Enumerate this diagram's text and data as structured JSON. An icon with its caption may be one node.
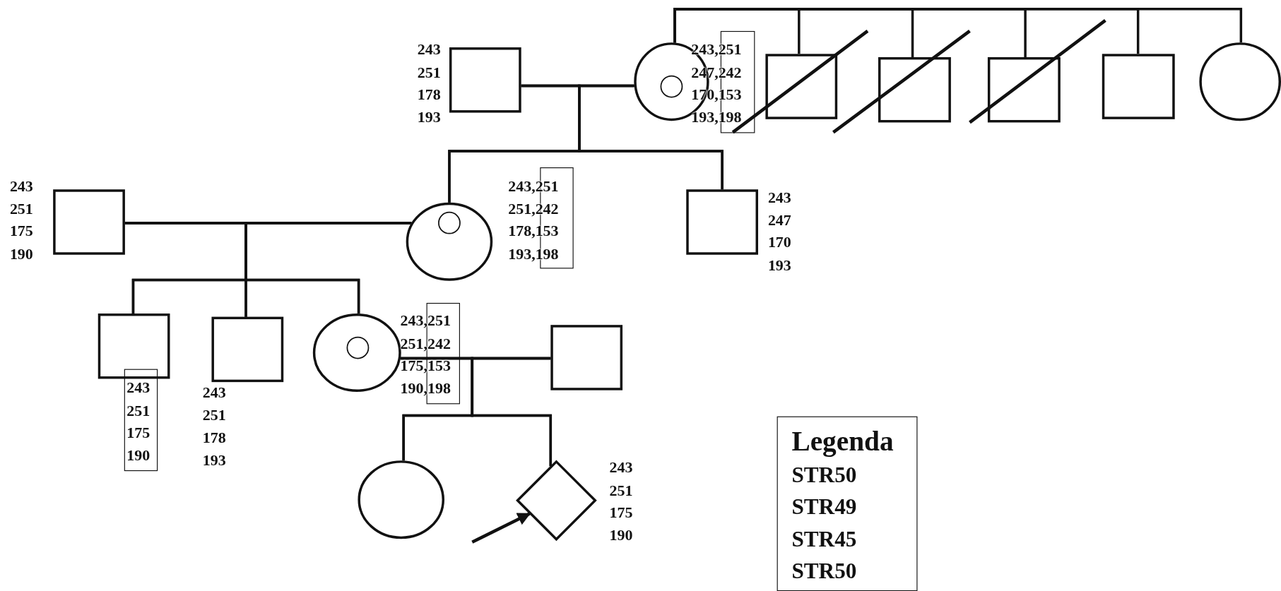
{
  "diagram": {
    "nodes": [
      {
        "text": [],
        "shape": "box",
        "beside": [
          "243",
          "251",
          "178",
          "193"
        ]
      },
      {
        "text": [],
        "shape": "circle",
        "beside": [
          "243,251",
          "247,242",
          "170,153",
          "193,198"
        ]
      },
      {
        "text": [],
        "shape": "box"
      },
      {
        "text": [],
        "shape": "box"
      },
      {
        "text": [],
        "shape": "box"
      },
      {
        "text": [],
        "shape": "box"
      },
      {
        "text": [],
        "shape": "circle"
      },
      {
        "text": [],
        "shape": "box",
        "beside": [
          "243",
          "251",
          "175",
          "190"
        ]
      },
      {
        "text": [],
        "shape": "circle",
        "beside": [
          "243,251",
          "251,242",
          "178,153",
          "193,198"
        ]
      },
      {
        "text": [],
        "shape": "box",
        "beside": [
          "243",
          "247",
          "170",
          "193"
        ]
      },
      {
        "text": [],
        "shape": "box",
        "beside": [
          "243",
          "251",
          "175",
          "190"
        ]
      },
      {
        "text": [],
        "shape": "box",
        "beside": [
          "243",
          "251",
          "178",
          "193"
        ]
      },
      {
        "text": [],
        "shape": "circle",
        "beside": [
          "243,251",
          "251,242",
          "175,153",
          "190,198"
        ]
      },
      {
        "text": [],
        "shape": "box"
      },
      {
        "text": [],
        "shape": "circle"
      },
      {
        "text": [],
        "shape": "diamond",
        "beside": [
          "243",
          "251",
          "175",
          "190"
        ]
      }
    ],
    "edges": [
      {
        "from": 0,
        "to": 1,
        "arrow": "none"
      },
      {
        "from": 1,
        "to": 2,
        "arrow": "none"
      },
      {
        "from": 1,
        "to": 3,
        "arrow": "none"
      },
      {
        "from": 1,
        "to": 4,
        "arrow": "none"
      },
      {
        "from": 1,
        "to": 5,
        "arrow": "none"
      },
      {
        "from": 1,
        "to": 6,
        "arrow": "none"
      },
      {
        "from": 0,
        "to": 8,
        "arrow": "none"
      },
      {
        "from": 1,
        "to": 8,
        "arrow": "none"
      },
      {
        "from": 0,
        "to": 9,
        "arrow": "none"
      },
      {
        "from": 1,
        "to": 9,
        "arrow": "none"
      },
      {
        "from": 7,
        "to": 8,
        "arrow": "none"
      },
      {
        "from": 7,
        "to": 10,
        "arrow": "none"
      },
      {
        "from": 8,
        "to": 10,
        "arrow": "none"
      },
      {
        "from": 7,
        "to": 11,
        "arrow": "none"
      },
      {
        "from": 8,
        "to": 11,
        "arrow": "none"
      },
      {
        "from": 7,
        "to": 12,
        "arrow": "none"
      },
      {
        "from": 8,
        "to": 12,
        "arrow": "none"
      },
      {
        "from": 12,
        "to": 13,
        "arrow": "none"
      },
      {
        "from": 12,
        "to": 14,
        "arrow": "none"
      },
      {
        "from": 13,
        "to": 14,
        "arrow": "none"
      },
      {
        "from": 12,
        "to": 15,
        "arrow": "none"
      },
      {
        "from": 13,
        "to": 15,
        "arrow": "none"
      },
      {
        "from": null,
        "to": 15,
        "arrow": "to"
      }
    ],
    "labels": [
      "Legenda",
      "STR50",
      "STR49",
      "STR45",
      "STR50"
    ]
  }
}
